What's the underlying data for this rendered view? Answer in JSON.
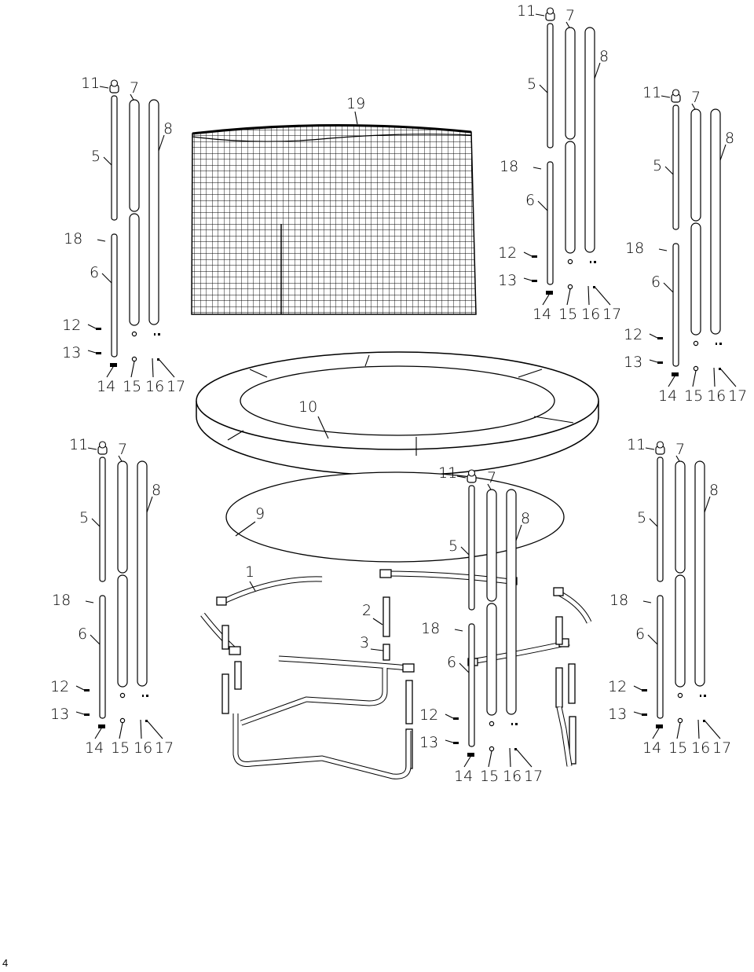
{
  "page_number": "4",
  "labels": {
    "l1": "1",
    "l2": "2",
    "l3": "3",
    "l5": "5",
    "l6": "6",
    "l7": "7",
    "l8": "8",
    "l9": "9",
    "l10": "10",
    "l11": "11",
    "l12": "12",
    "l13": "13",
    "l14": "14",
    "l15": "15",
    "l16": "16",
    "l17": "17",
    "l18": "18",
    "l19": "19"
  }
}
